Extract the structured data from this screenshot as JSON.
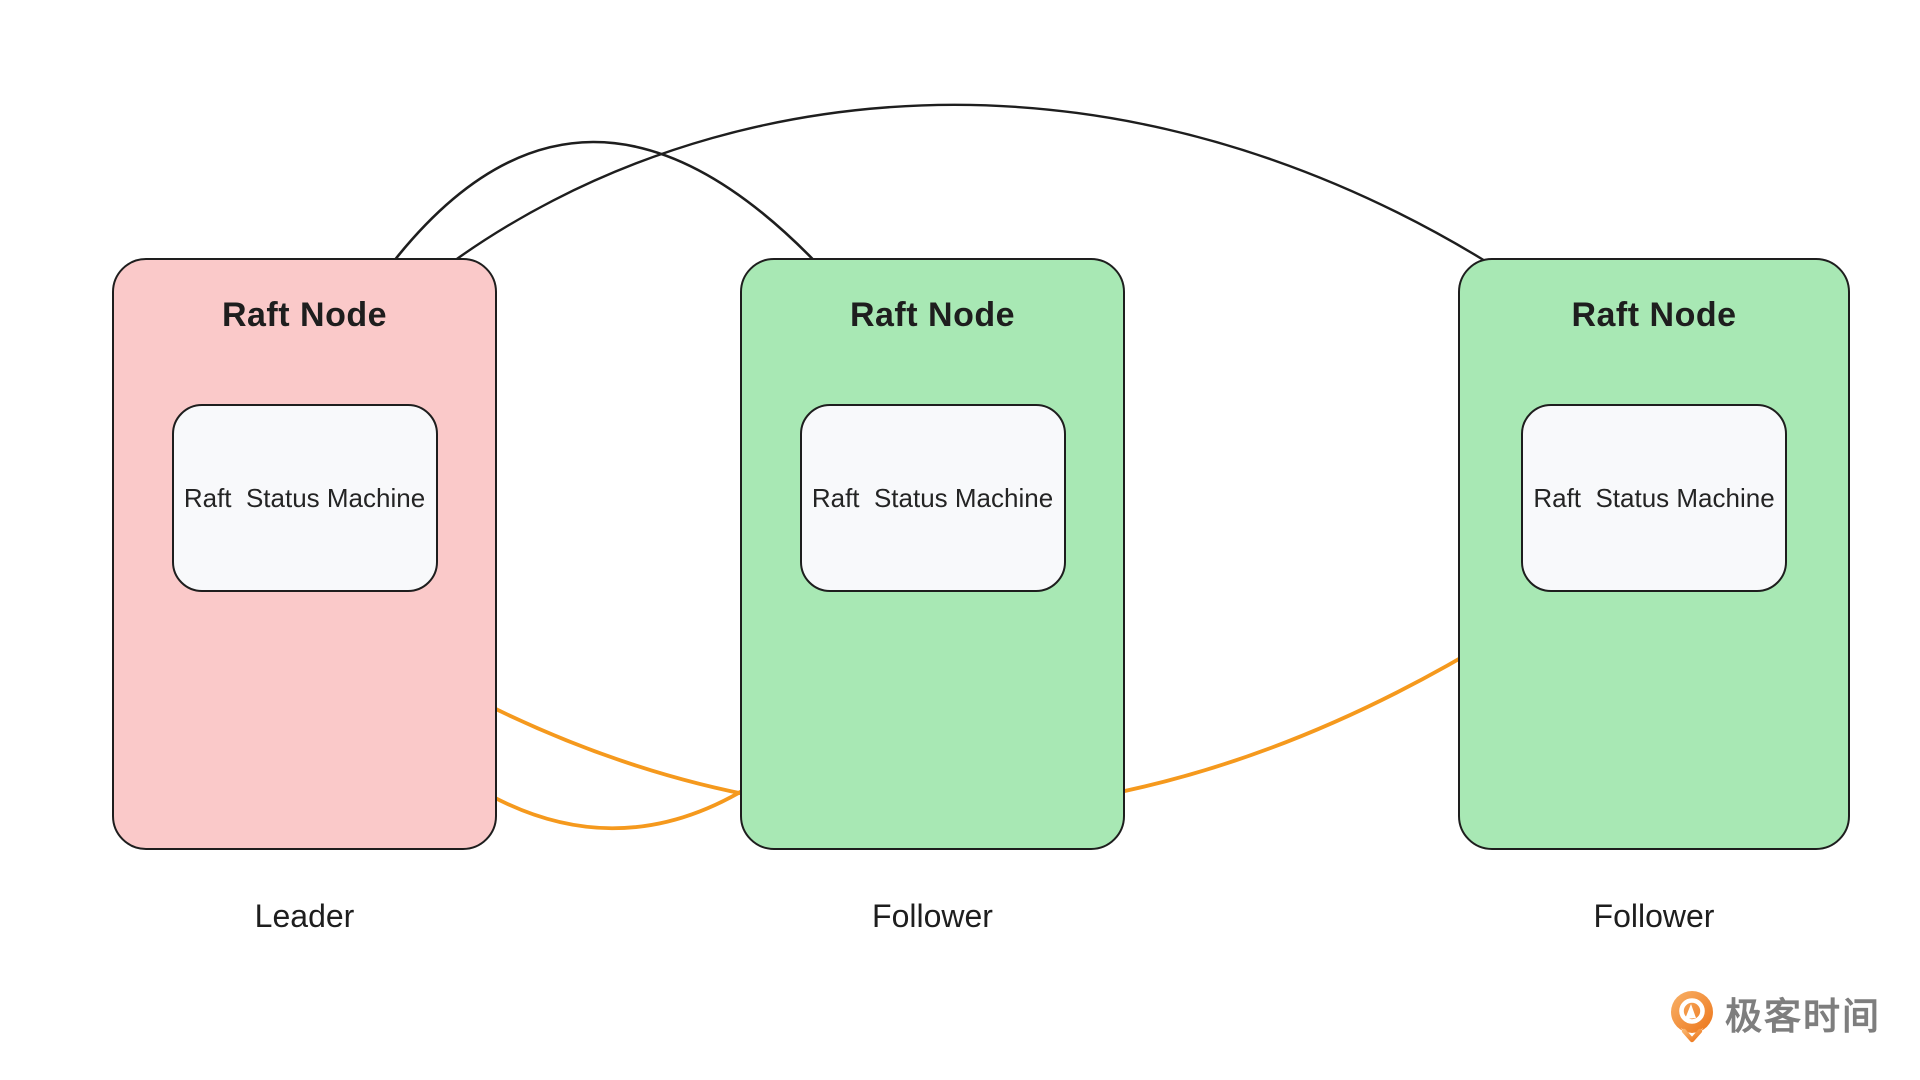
{
  "diagram": {
    "description": "Raft consensus replication: leader node sends entries to follower nodes (black arrows), followers acknowledge back to the leader (orange arrows)",
    "nodes": [
      {
        "title": "Raft Node",
        "machine_label": "Raft  Status Machine",
        "role_label": "Leader",
        "fill": "#FAC9C9"
      },
      {
        "title": "Raft Node",
        "machine_label": "Raft  Status Machine",
        "role_label": "Follower",
        "fill": "#A8E8B4"
      },
      {
        "title": "Raft Node",
        "machine_label": "Raft  Status Machine",
        "role_label": "Follower",
        "fill": "#A8E8B4"
      }
    ],
    "machine_fill": "#F8F9FB",
    "node_border_color": "#1E1E1E",
    "arrows": {
      "leader_to_followers_color": "#1E1E1E",
      "followers_to_leader_color": "#F5991D"
    }
  },
  "branding": {
    "logo_text": "极客时间",
    "logo_gradient_start": "#F9B269",
    "logo_gradient_end": "#EC751A",
    "logo_text_color": "#7E7E7E"
  }
}
